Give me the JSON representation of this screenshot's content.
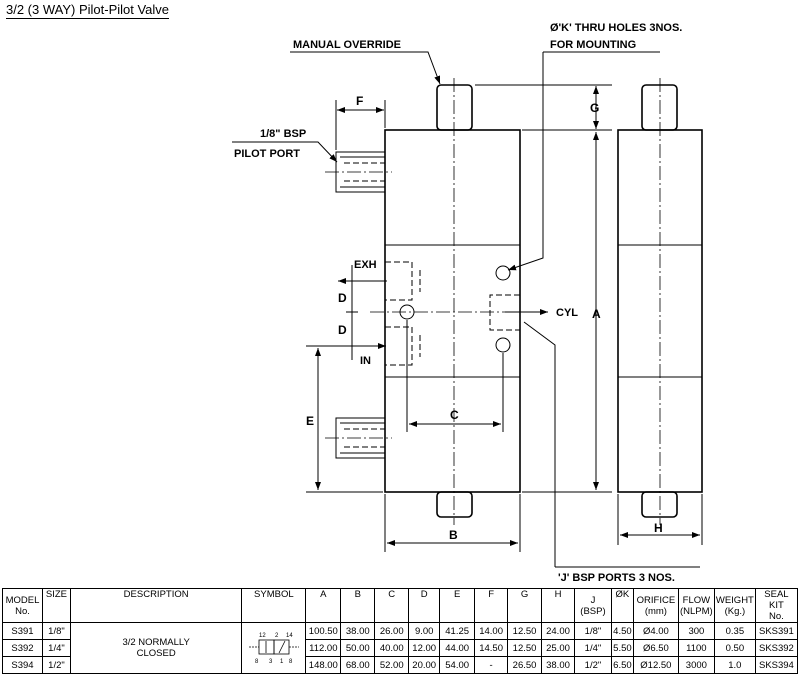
{
  "title": "3/2 (3 WAY) Pilot-Pilot Valve",
  "labels": {
    "manual_override": "MANUAL OVERRIDE",
    "k_holes_1": "Ø'K' THRU HOLES 3NOS.",
    "k_holes_2": "FOR MOUNTING",
    "pilot_port_1": "1/8\" BSP",
    "pilot_port_2": "PILOT PORT",
    "exh": "EXH",
    "cyl": "CYL",
    "in": "IN",
    "j_ports": "'J' BSP PORTS 3 NOS."
  },
  "dims": {
    "F": "F",
    "G": "G",
    "D1": "D",
    "D2": "D",
    "A": "A",
    "E": "E",
    "C": "C",
    "B": "B",
    "H": "H"
  },
  "symbol": {
    "n12": "12",
    "n2": "2",
    "n14": "14",
    "n3": "3",
    "n1": "1",
    "n8a": "8",
    "n8b": "8"
  },
  "table": {
    "headers": [
      {
        "l1": "MODEL",
        "l2": "No."
      },
      {
        "l1": "SIZE",
        "l2": ""
      },
      {
        "l1": "DESCRIPTION",
        "l2": ""
      },
      {
        "l1": "SYMBOL",
        "l2": ""
      },
      {
        "l1": "A",
        "l2": ""
      },
      {
        "l1": "B",
        "l2": ""
      },
      {
        "l1": "C",
        "l2": ""
      },
      {
        "l1": "D",
        "l2": ""
      },
      {
        "l1": "E",
        "l2": ""
      },
      {
        "l1": "F",
        "l2": ""
      },
      {
        "l1": "G",
        "l2": ""
      },
      {
        "l1": "H",
        "l2": ""
      },
      {
        "l1": "J",
        "l2": "(BSP)"
      },
      {
        "l1": "ØK",
        "l2": ""
      },
      {
        "l1": "ORIFICE",
        "l2": "(mm)"
      },
      {
        "l1": "FLOW",
        "l2": "(NLPM)"
      },
      {
        "l1": "WEIGHT",
        "l2": "(Kg.)"
      },
      {
        "l1": "SEAL KIT",
        "l2": "No."
      }
    ],
    "description": [
      "3/2 NORMALLY",
      "CLOSED"
    ],
    "rows": [
      {
        "model": "S391",
        "size": "1/8\"",
        "a": "100.50",
        "b": "38.00",
        "c": "26.00",
        "d": "9.00",
        "e": "41.25",
        "f": "14.00",
        "g": "12.50",
        "h": "24.00",
        "j": "1/8\"",
        "k": "4.50",
        "orifice": "Ø4.00",
        "flow": "300",
        "weight": "0.35",
        "seal": "SKS391"
      },
      {
        "model": "S392",
        "size": "1/4\"",
        "a": "112.00",
        "b": "50.00",
        "c": "40.00",
        "d": "12.00",
        "e": "44.00",
        "f": "14.50",
        "g": "12.50",
        "h": "25.00",
        "j": "1/4\"",
        "k": "5.50",
        "orifice": "Ø6.50",
        "flow": "1100",
        "weight": "0.50",
        "seal": "SKS392"
      },
      {
        "model": "S394",
        "size": "1/2\"",
        "a": "148.00",
        "b": "68.00",
        "c": "52.00",
        "d": "20.00",
        "e": "54.00",
        "f": "-",
        "g": "26.50",
        "h": "38.00",
        "j": "1/2\"",
        "k": "6.50",
        "orifice": "Ø12.50",
        "flow": "3000",
        "weight": "1.0",
        "seal": "SKS394"
      }
    ]
  }
}
